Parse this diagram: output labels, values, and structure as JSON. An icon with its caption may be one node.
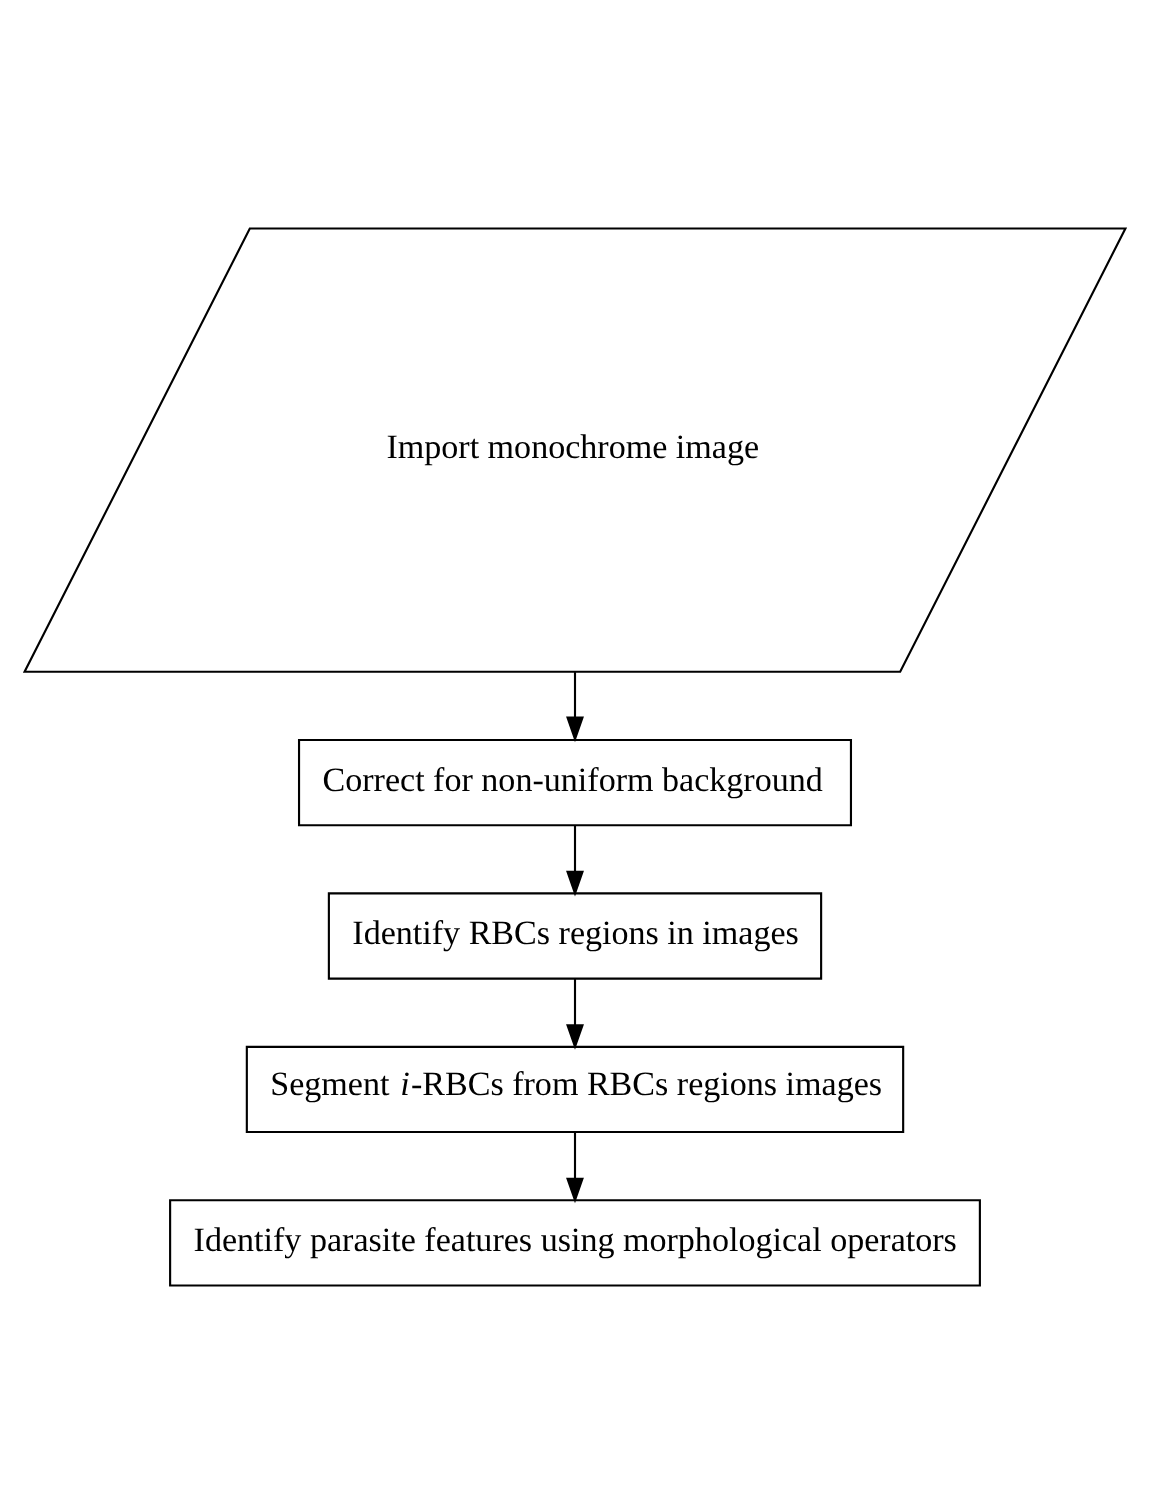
{
  "diagram": {
    "nodes": [
      {
        "text": [
          "Import monochrome image"
        ]
      },
      {
        "text": [
          "Correct for non-uniform background"
        ]
      },
      {
        "text": [
          "Identify RBCs regions in images"
        ]
      },
      {
        "text": [
          "Segment *i*-RBCs from RBCs regions images"
        ]
      },
      {
        "text": [
          "Identify parasite features using morphological operators"
        ]
      }
    ],
    "edges": [
      {
        "from": 0,
        "to": 1,
        "arrow": "to"
      },
      {
        "from": 1,
        "to": 2,
        "arrow": "to"
      },
      {
        "from": 2,
        "to": 3,
        "arrow": "to"
      },
      {
        "from": 3,
        "to": 4,
        "arrow": "to"
      }
    ]
  }
}
